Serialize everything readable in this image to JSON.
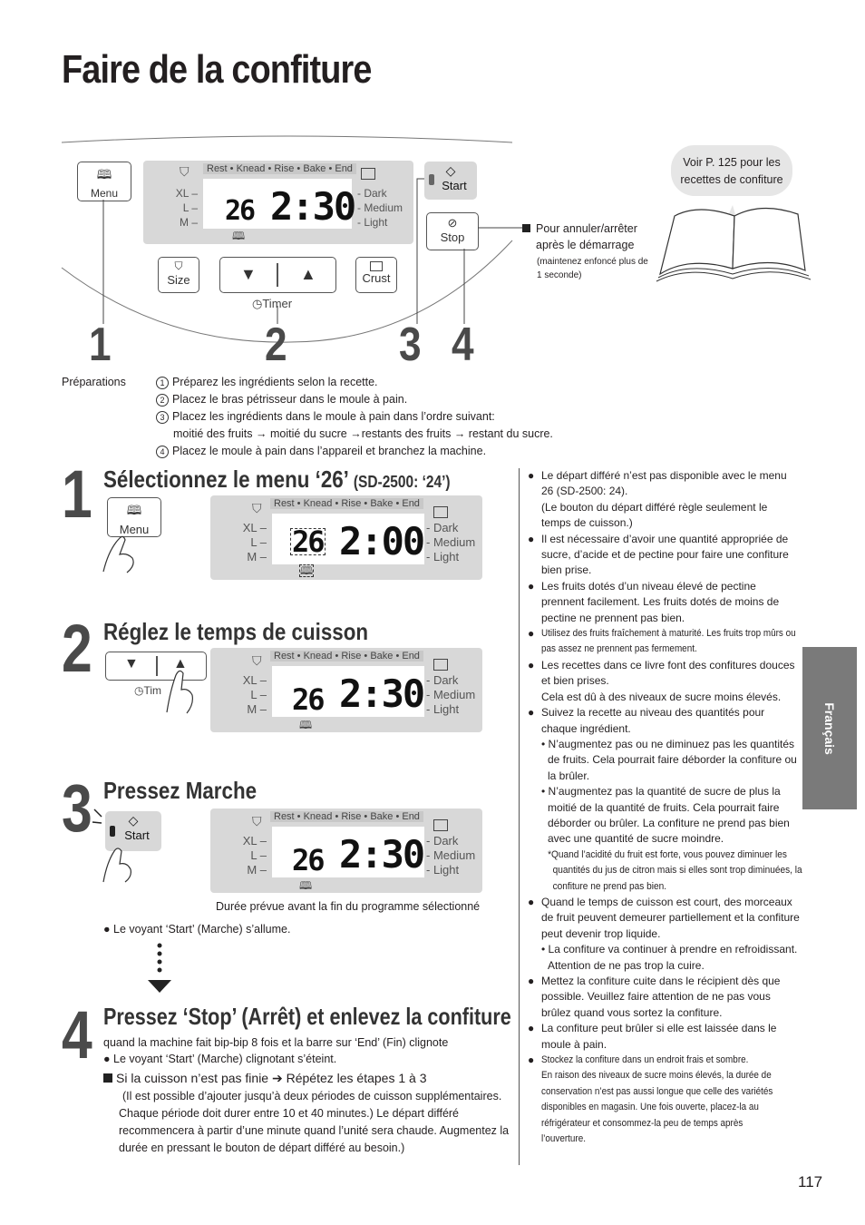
{
  "title": "Faire de la confiture",
  "diagram": {
    "menu_label": "Menu",
    "strip": "Rest • Knead • Rise • Bake • End",
    "sizes": [
      "XL –",
      "L –",
      "M –"
    ],
    "crusts": [
      "- Dark",
      "- Medium",
      "- Light"
    ],
    "lcd_program": "26",
    "lcd_time": "2:30",
    "size_label": "Size",
    "crust_label": "Crust",
    "timer_label": "Timer",
    "down_arrow": "▼",
    "up_arrow": "▲",
    "start_label": "Start",
    "stop_label": "Stop",
    "stop_note": "Pour annuler/arrêter après le démarrage",
    "stop_note_small": "(maintenez enfoncé plus de 1 seconde)",
    "book_note": "Voir P. 125 pour les recettes de confiture",
    "numbers": [
      "1",
      "2",
      "3",
      "4"
    ]
  },
  "preparations": {
    "label": "Préparations",
    "items": [
      {
        "num": "1",
        "text": "Préparez les ingrédients selon la recette."
      },
      {
        "num": "2",
        "text": "Placez le bras pétrisseur dans le moule à pain."
      },
      {
        "num": "3",
        "text": "Placez les ingrédients dans le moule à pain dans l’ordre suivant:"
      },
      {
        "num": "",
        "text": "moitié des fruits → moitié du sucre →restants des fruits → restant du sucre."
      },
      {
        "num": "4",
        "text": "Placez le moule à pain dans l’appareil et branchez la machine."
      }
    ]
  },
  "steps": [
    {
      "num": "1",
      "title": "Sélectionnez le menu ‘26’",
      "title_small": "(SD-2500: ‘24’)",
      "lcd_program": "26",
      "lcd_time": "2:00"
    },
    {
      "num": "2",
      "title": "Réglez le temps de cuisson",
      "lcd_program": "26",
      "lcd_time": "2:30",
      "timer_label": "Tim"
    },
    {
      "num": "3",
      "title": "Pressez Marche",
      "lcd_program": "26",
      "lcd_time": "2:30",
      "caption": "Durée prévue avant la fin du programme sélectionné",
      "bullet": "Le voyant ‘Start’ (Marche) s’allume."
    },
    {
      "num": "4",
      "title": "Pressez ‘Stop’ (Arrêt) et enlevez la confiture",
      "line1": "quand la machine fait bip-bip 8 fois et la barre sur ‘End’ (Fin) clignote",
      "bullet": "Le voyant ‘Start’ (Marche) clignotant s’éteint.",
      "repeat": "Si la cuisson n’est pas finie ➔ Répétez les étapes 1 à 3",
      "note": "(Il est possible d’ajouter jusqu’à deux périodes de cuisson supplémentaires. Chaque période doit durer entre 10 et 40 minutes.) Le départ différé recommencera à partir d’une minute quand l’unité sera chaude. Augmentez la durée en pressant le bouton de départ différé au besoin.)"
    }
  ],
  "notes": {
    "n1": "Le départ différé n’est pas disponible avec le menu 26 (SD-2500: 24).",
    "n1b": "(Le bouton du départ différé règle seulement le temps de cuisson.)",
    "n2": "Il est nécessaire d’avoir une quantité appropriée de sucre, d’acide et de pectine pour faire une confiture bien prise.",
    "n3": "Les fruits dotés d’un niveau élevé de pectine prennent facilement. Les fruits dotés de moins de pectine ne prennent pas bien.",
    "n4": "Utilisez des fruits fraîchement à maturité. Les fruits trop mûrs ou pas assez ne prennent pas fermement.",
    "n5": "Les recettes dans ce livre font des confitures douces et bien prises.",
    "n5b": "Cela est dû à des niveaux de sucre moins élevés.",
    "n6": "Suivez la recette au niveau des quantités pour chaque ingrédient.",
    "n6a": "• N’augmentez pas ou ne diminuez pas les quantités de fruits. Cela pourrait faire déborder la confiture ou la brûler.",
    "n6b": "• N’augmentez pas la quantité de sucre de plus la moitié de la quantité de fruits. Cela pourrait faire déborder ou brûler. La confiture ne prend pas bien avec une quantité de sucre moindre.",
    "n6c": "*Quand l’acidité du fruit est forte, vous pouvez diminuer les quantités du jus de citron mais si elles sont trop diminuées, la confiture ne prend pas bien.",
    "n7": "Quand le temps de cuisson est court, des morceaux de fruit peuvent demeurer partiellement et la confiture peut devenir trop liquide.",
    "n7a": "• La confiture va continuer à prendre en refroidissant. Attention de ne pas trop la cuire.",
    "n8": "Mettez la confiture cuite dans le récipient dès que possible. Veuillez faire attention de ne pas vous brûlez quand vous sortez la confiture.",
    "n9": "La confiture peut brûler si elle est laissée dans le moule à pain.",
    "n10": "Stockez la confiture dans un endroit frais et sombre.",
    "n10b": "En raison des niveaux de sucre moins élevés, la durée de conservation n’est pas aussi longue que celle des variétés disponibles en magasin. Une fois ouverte, placez-la au réfrigérateur et consommez-la peu de temps après l’ouverture."
  },
  "side_tab": "Français",
  "page_number": "117",
  "colors": {
    "panel": "#d8d8d8",
    "tab": "#7a7a7a",
    "text": "#231f20"
  }
}
